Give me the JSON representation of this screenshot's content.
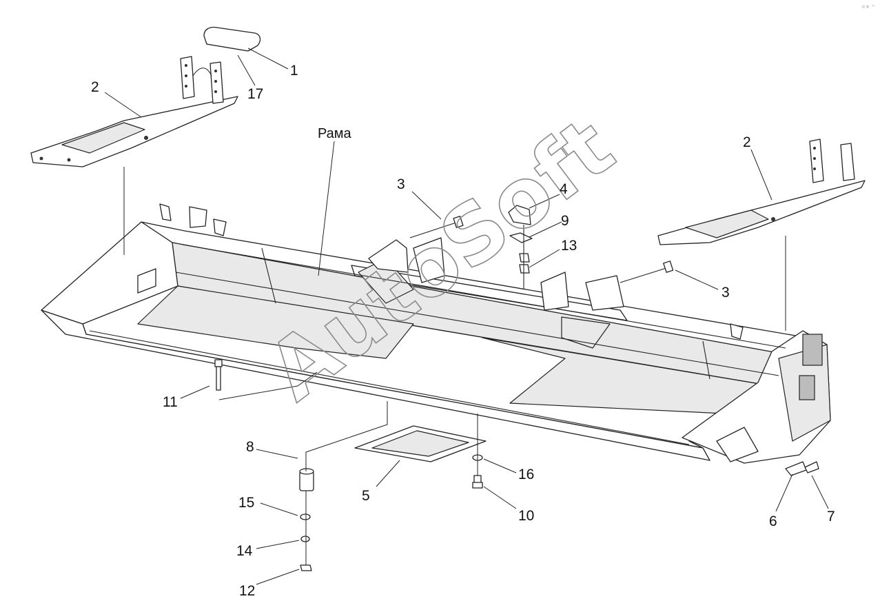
{
  "diagram": {
    "frame_label": "Рама",
    "watermark": "AutoSoft",
    "corner_mark": "©® ™",
    "callouts": [
      {
        "id": "c1",
        "text": "1"
      },
      {
        "id": "c17",
        "text": "17"
      },
      {
        "id": "c2a",
        "text": "2"
      },
      {
        "id": "c2b",
        "text": "2"
      },
      {
        "id": "c3a",
        "text": "3"
      },
      {
        "id": "c3b",
        "text": "3"
      },
      {
        "id": "c4",
        "text": "4"
      },
      {
        "id": "c9",
        "text": "9"
      },
      {
        "id": "c13",
        "text": "13"
      },
      {
        "id": "c11",
        "text": "11"
      },
      {
        "id": "c8",
        "text": "8"
      },
      {
        "id": "c15",
        "text": "15"
      },
      {
        "id": "c14",
        "text": "14"
      },
      {
        "id": "c12",
        "text": "12"
      },
      {
        "id": "c5",
        "text": "5"
      },
      {
        "id": "c16",
        "text": "16"
      },
      {
        "id": "c10",
        "text": "10"
      },
      {
        "id": "c6",
        "text": "6"
      },
      {
        "id": "c7",
        "text": "7"
      }
    ]
  }
}
